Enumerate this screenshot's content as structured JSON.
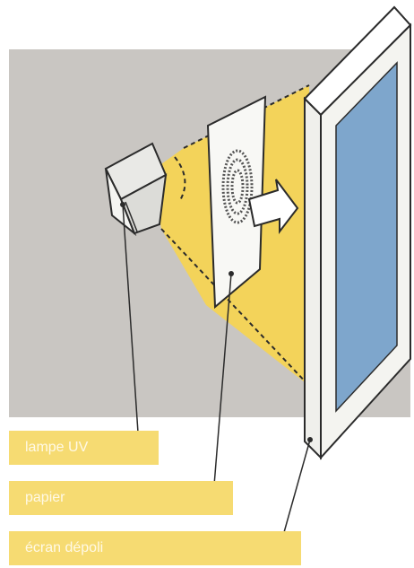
{
  "colors": {
    "background": "#ffffff",
    "wall": "#c9c6c2",
    "beam": "#f3d35a",
    "label_bar": "#f6db72",
    "frame": "#f4f4f0",
    "screen": "#7ea6cc",
    "outline": "#2b2b2b"
  },
  "parts": {
    "lamp": {
      "icon": "uv-lamp-icon"
    },
    "sample": {
      "icon": "fingerprint-sheet-icon"
    },
    "screen": {
      "icon": "frosted-screen-icon"
    },
    "arrow": {
      "icon": "arrow-icon"
    }
  },
  "labels": [
    {
      "id": "label-uv-lamp",
      "text": "lampe UV"
    },
    {
      "id": "label-paper",
      "text": "papier"
    },
    {
      "id": "label-screen",
      "text": "écran dépoli"
    }
  ]
}
